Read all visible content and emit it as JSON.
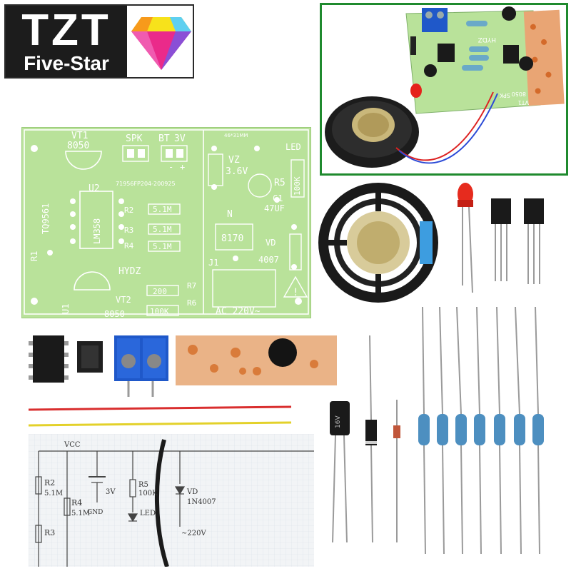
{
  "logo": {
    "main": "TZT",
    "sub": "Five-Star",
    "gem_colors": [
      "#f7e21b",
      "#ea2a8a",
      "#5fd0f0",
      "#8a4fd6",
      "#f79a1b"
    ]
  },
  "board": {
    "vt1": "VT1",
    "vt1_part": "8050",
    "spk": "SPK",
    "bt": "BT",
    "bt_v": "3V",
    "minus": "-",
    "plus": "+",
    "serial": "71956FP204-200925",
    "size": "46*31MM",
    "led": "LED",
    "vz": "VZ",
    "vz_v": "3.6V",
    "r5": "R5",
    "r5_val": "100K",
    "c1": "C1",
    "c1_val": "47UF",
    "u2": "U2",
    "lm358": "LM358",
    "r2": "R2",
    "r3": "R3",
    "r4": "R4",
    "val_51m": "5.1M",
    "n": "N",
    "part_8170": "8170",
    "vd": "VD",
    "vd_val": "4007",
    "j1": "J1",
    "tq": "TQ9561",
    "r1": "R1",
    "hydz": "HYDZ",
    "r7": "R7",
    "r7_val": "200",
    "r6": "R6",
    "r6_val": "100K",
    "u1": "U1",
    "vt2": "VT2",
    "vt2_part": "8050",
    "ac": "AC 220V~",
    "warn": "!"
  },
  "photo": {
    "hydz": "HYDZ",
    "spk": "SPK",
    "part_8050": "8050",
    "vt1": "VT1"
  },
  "capacitor": {
    "label": "16V"
  },
  "schematic": {
    "vcc": "VCC",
    "r2": "R2",
    "r2_val": "5.1M",
    "r4": "R4",
    "r4_val": "5.1M",
    "r3": "R3",
    "bat": "3V",
    "gnd": "GND",
    "r5": "R5",
    "r5_val": "100K",
    "led": "LED",
    "vd": "VD",
    "vd_val": "1N4007",
    "ac": "~220V"
  },
  "colors": {
    "pcb_green": "#b9e29a",
    "silk": "#ffffff",
    "frame": "#1f8a2e",
    "terminal_blue": "#1f58c9"
  }
}
